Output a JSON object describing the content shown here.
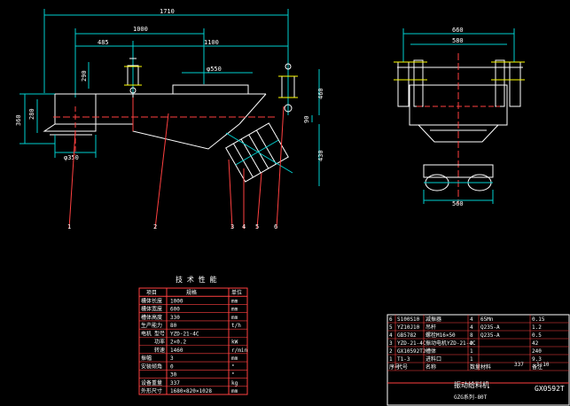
{
  "front_view": {
    "dimensions": {
      "overall_length": "1710",
      "upper_length": "1000",
      "left_offset": "485",
      "body_length": "1100",
      "motor_height": "290",
      "left_height": "360",
      "left_inner_height": "280",
      "right_height": "460",
      "right_small": "90",
      "right_low": "430",
      "inlet_diameter": "φ350",
      "top_diameter": "φ550"
    },
    "part_labels": [
      "1",
      "2",
      "3",
      "4",
      "5",
      "6"
    ]
  },
  "side_view": {
    "dimensions": {
      "top_width": "660",
      "inner_width": "580",
      "bottom_width": "560"
    }
  },
  "tech_table": {
    "title": "技 术 性 能",
    "header": [
      "项目",
      "规格",
      "单位"
    ],
    "rows": [
      {
        "name": "槽体长度",
        "sub": "",
        "value": "1000",
        "unit": "mm"
      },
      {
        "name": "槽体宽度",
        "sub": "",
        "value": "600",
        "unit": "mm"
      },
      {
        "name": "槽体高度",
        "sub": "",
        "value": "330",
        "unit": "mm"
      },
      {
        "name": "生产能力",
        "sub": "",
        "value": "80",
        "unit": "t/h"
      },
      {
        "name": "电机",
        "sub": "型号",
        "value": "YZD-21-4C",
        "unit": ""
      },
      {
        "name": "",
        "sub": "功率",
        "value": "2×0.2",
        "unit": "kW"
      },
      {
        "name": "",
        "sub": "转速",
        "value": "1460",
        "unit": "r/min"
      },
      {
        "name": "振幅",
        "sub": "",
        "value": "3",
        "unit": "mm"
      },
      {
        "name": "安装倾角",
        "sub": "",
        "value": "0",
        "unit": "°"
      },
      {
        "name": "",
        "sub": "",
        "value": "30",
        "unit": "°"
      },
      {
        "name": "设备重量",
        "sub": "",
        "value": "337",
        "unit": "kg"
      },
      {
        "name": "外形尺寸",
        "sub": "",
        "value": "1680×820×1028",
        "unit": "mm"
      }
    ]
  },
  "title_block": {
    "bom_rows": [
      {
        "no": "6",
        "code": "S100S10",
        "name": "减振器",
        "qty": "4",
        "mat": "65Mn",
        "note": "0.15"
      },
      {
        "no": "5",
        "code": "YZ10J10",
        "name": "吊杆",
        "qty": "4",
        "mat": "Q235-A",
        "note": "1.2"
      },
      {
        "no": "4",
        "code": "GB5782",
        "name": "螺栓M16×50",
        "qty": "8",
        "mat": "Q235-A",
        "note": "0.5"
      },
      {
        "no": "3",
        "code": "YZD-21-4C",
        "name": "振动电机YZD-21-4C",
        "qty": "2",
        "mat": "",
        "note": "42"
      },
      {
        "no": "2",
        "code": "GX10592T2",
        "name": "槽体",
        "qty": "1",
        "mat": "",
        "note": "240"
      },
      {
        "no": "1",
        "code": "T1-3",
        "name": "进料口",
        "qty": "1",
        "mat": "",
        "note": "9.3"
      }
    ],
    "bom_header": [
      "序号",
      "代号",
      "名称",
      "数量",
      "材料",
      "备注"
    ],
    "drawing_name": "振动给料机",
    "drawing_sub": "GZG系列-80T",
    "drawing_code": "GX0592T",
    "scale": "1:10",
    "weight": "337"
  }
}
